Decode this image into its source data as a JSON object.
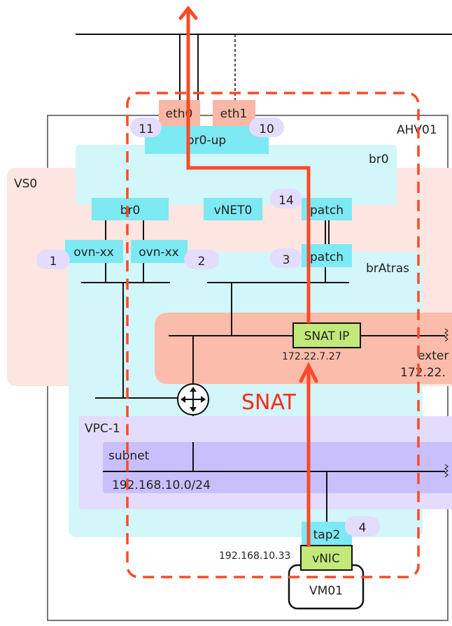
{
  "host": {
    "label": "AHV01"
  },
  "vs0": {
    "label": "VS0"
  },
  "br0_region": {
    "label": "br0"
  },
  "bratras_region": {
    "label": "brAtras"
  },
  "uplinks": {
    "eth0": "eth0",
    "eth1": "eth1",
    "br0_up": "br0-up"
  },
  "ports": {
    "br0": "br0",
    "vnet0": "vNET0",
    "patch_top": "patch",
    "patch_bottom": "patch",
    "ovn_1": "ovn-xx",
    "ovn_2": "ovn-xx",
    "tap2": "tap2",
    "vnic": "vNIC"
  },
  "badges": {
    "b11": "11",
    "b10": "10",
    "b14": "14",
    "b1": "1",
    "b2": "2",
    "b3": "3",
    "b4": "4"
  },
  "snat": {
    "ip_label": "SNAT IP",
    "ip": "172.22.7.27",
    "external_label": "exter",
    "external_ip": "172.22.",
    "title": "SNAT"
  },
  "vpc": {
    "label": "VPC-1",
    "subnet_label": "subnet",
    "subnet_cidr": "192.168.10.0/24"
  },
  "vm": {
    "name": "VM01",
    "ip": "192.168.10.33"
  },
  "colors": {
    "flow_red": "#fb4a25",
    "cyan_port": "#7de9f2",
    "cyan_region": "#d2f6fa",
    "salmon_port": "#f9b7a6",
    "vs0_region": "#fde5e1",
    "snat_region": "#fbbcac",
    "green_box": "#c2e97a",
    "vpc_region": "#e3dcfc",
    "subnet_region": "#c9bffc",
    "badge": "#e3dcfc"
  }
}
